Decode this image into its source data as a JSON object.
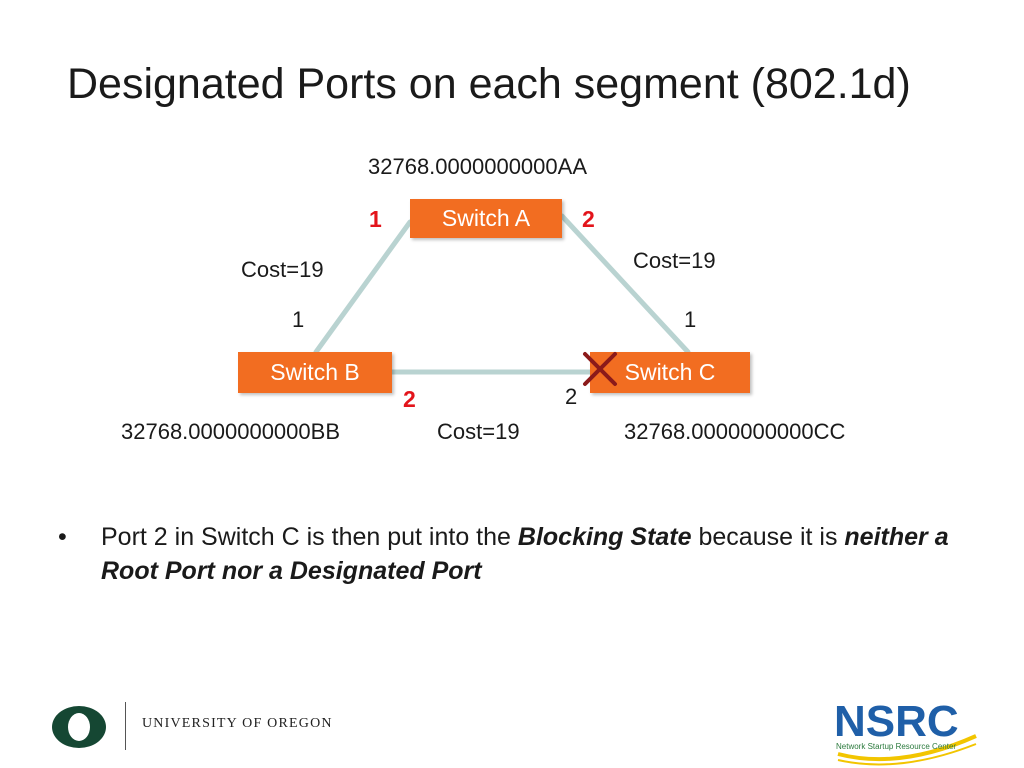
{
  "slide": {
    "title": "Designated Ports on each segment (802.1d)"
  },
  "diagram": {
    "switch_a": {
      "label": "Switch A",
      "id_label": "32768.0000000000AA",
      "port_left": "1",
      "port_right": "2"
    },
    "switch_b": {
      "label": "Switch B",
      "id_label": "32768.0000000000BB",
      "port_top": "1",
      "port_right": "2"
    },
    "switch_c": {
      "label": "Switch C",
      "id_label": "32768.0000000000CC",
      "port_top": "1",
      "port_left": "2"
    },
    "link_ab_cost": "Cost=19",
    "link_ac_cost": "Cost=19",
    "link_bc_cost": "Cost=19",
    "blocked_marker_icon": "x-mark-icon"
  },
  "bullet": {
    "part1": "Port 2 in Switch C is then put into the ",
    "part2": "Blocking State",
    "part3": " because it is ",
    "part4": "neither a Root Port nor a Designated Port"
  },
  "footer": {
    "university": "UNIVERSITY OF OREGON",
    "nsrc_name": "NSRC",
    "nsrc_tagline": "Network Startup Resource Center"
  },
  "colors": {
    "switch_fill": "#f26d21",
    "designated_port": "#e3141b",
    "link_line": "#b9d3d1",
    "block_mark": "#8b1a1a",
    "oregon_green": "#154733",
    "nsrc_blue": "#1f5fa8",
    "nsrc_yellow": "#f2c500"
  }
}
